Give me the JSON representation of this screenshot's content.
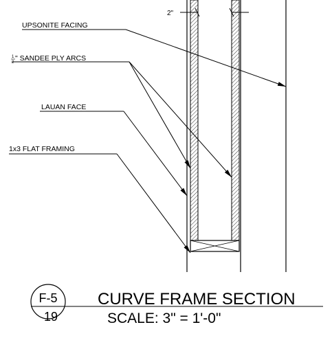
{
  "callouts": {
    "upsonite": "UPSONITE FACING",
    "sandee_fraction_num": "1",
    "sandee_fraction_den": "2",
    "sandee_rest": "\" SANDEE PLY ARCS",
    "lauan": "LAUAN FACE",
    "framing": "1x3 FLAT FRAMING"
  },
  "dimension": {
    "value": "2\""
  },
  "title_block": {
    "detail_id": "F-5",
    "sheet_no": "19",
    "title": "CURVE FRAME SECTION",
    "scale": "SCALE: 3\" = 1'-0\""
  }
}
